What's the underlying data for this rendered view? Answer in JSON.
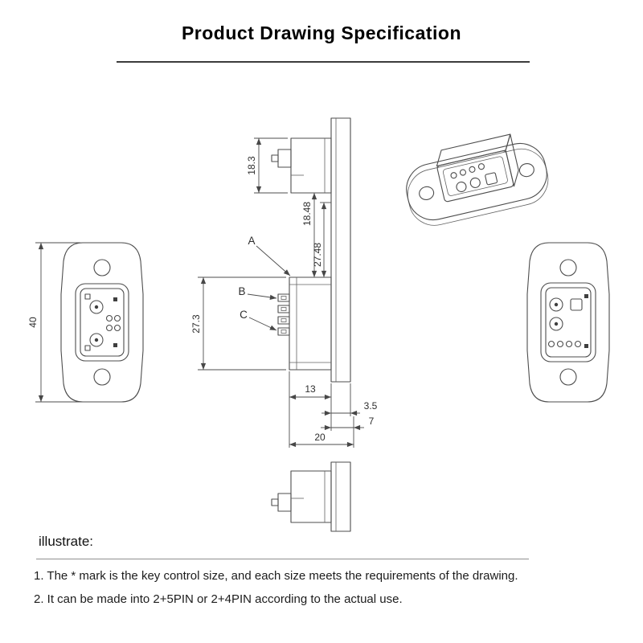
{
  "header": {
    "title": "Product Drawing Specification"
  },
  "drawing": {
    "labels": {
      "a": "A",
      "b": "B",
      "c": "C"
    },
    "dims": {
      "d18_3": "18.3",
      "d18_48": "18.48",
      "d27_48": "27.48",
      "d27_3": "27.3",
      "d40": "40",
      "d13": "13",
      "d3_5": "3.5",
      "d7": "7",
      "d20": "20"
    }
  },
  "notes": {
    "heading": "illustrate:",
    "items": [
      "1. The * mark is the key control size, and each size meets the requirements of the drawing.",
      "2. It can be made into 2+5PIN or 2+4PIN according to the actual use."
    ]
  }
}
